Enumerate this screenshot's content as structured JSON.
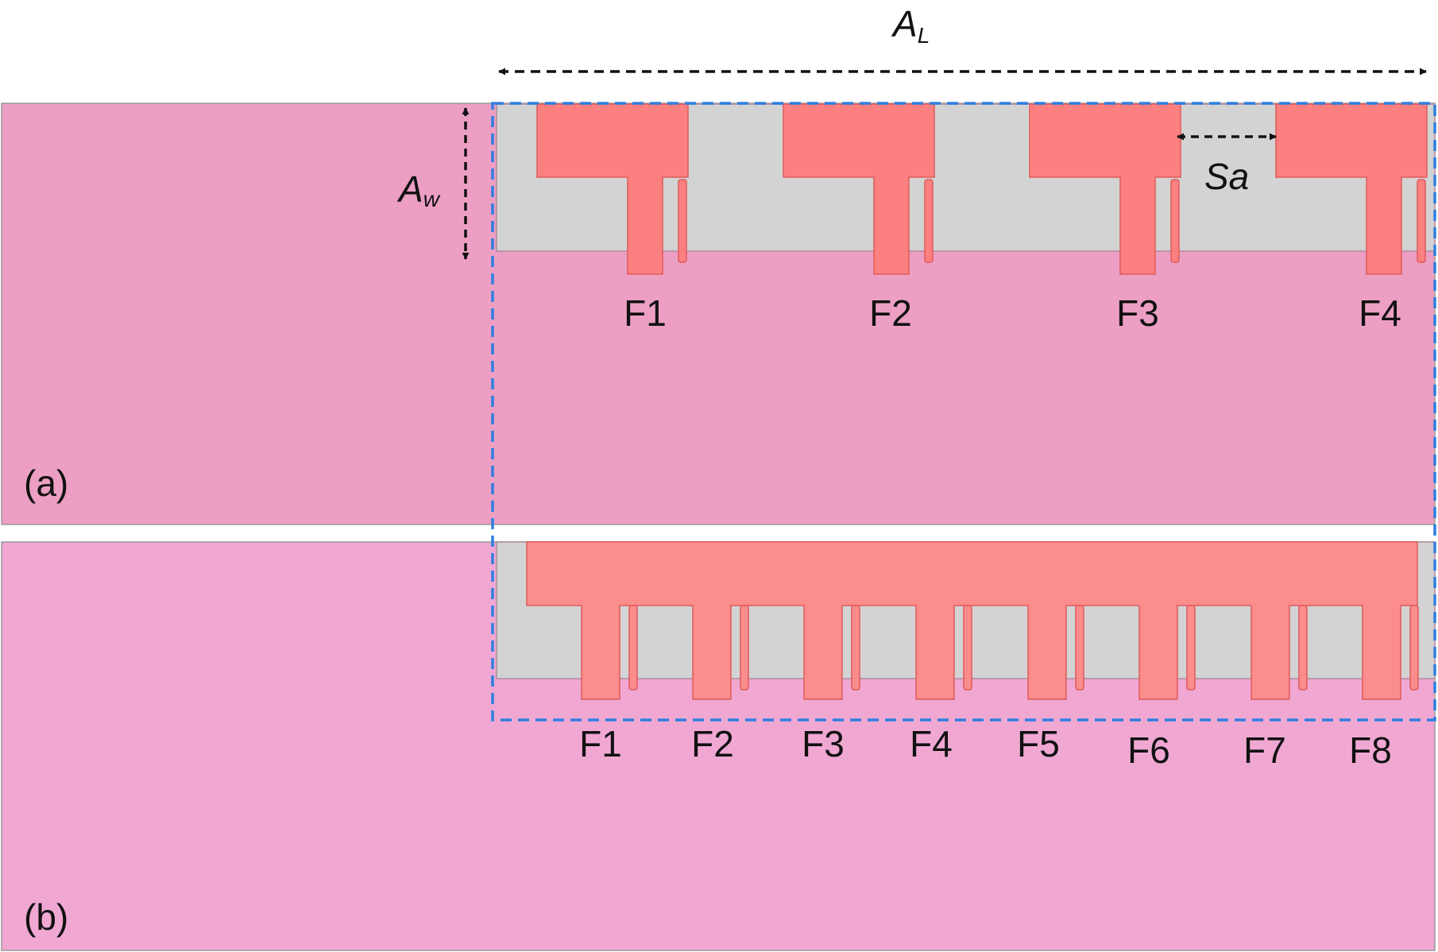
{
  "dimensions": {
    "length": {
      "main": "A",
      "sub": "L"
    },
    "width": {
      "main": "A",
      "sub": "w"
    },
    "spacing": "Sa"
  },
  "panel_a": {
    "label": "(a)",
    "fingers": [
      "F1",
      "F2",
      "F3",
      "F4"
    ]
  },
  "panel_b": {
    "label": "(b)",
    "fingers": [
      "F1",
      "F2",
      "F3",
      "F4",
      "F5",
      "F6",
      "F7",
      "F8"
    ]
  },
  "colors": {
    "panel_a_bg": "#ec9fc3",
    "panel_b_bg": "#f0a8d3",
    "region": "#d3d3d3",
    "finger": "#fc8080",
    "finger_b": "#fb8d8d",
    "dashed_box": "#2f7fe0",
    "arrow": "#111111"
  }
}
